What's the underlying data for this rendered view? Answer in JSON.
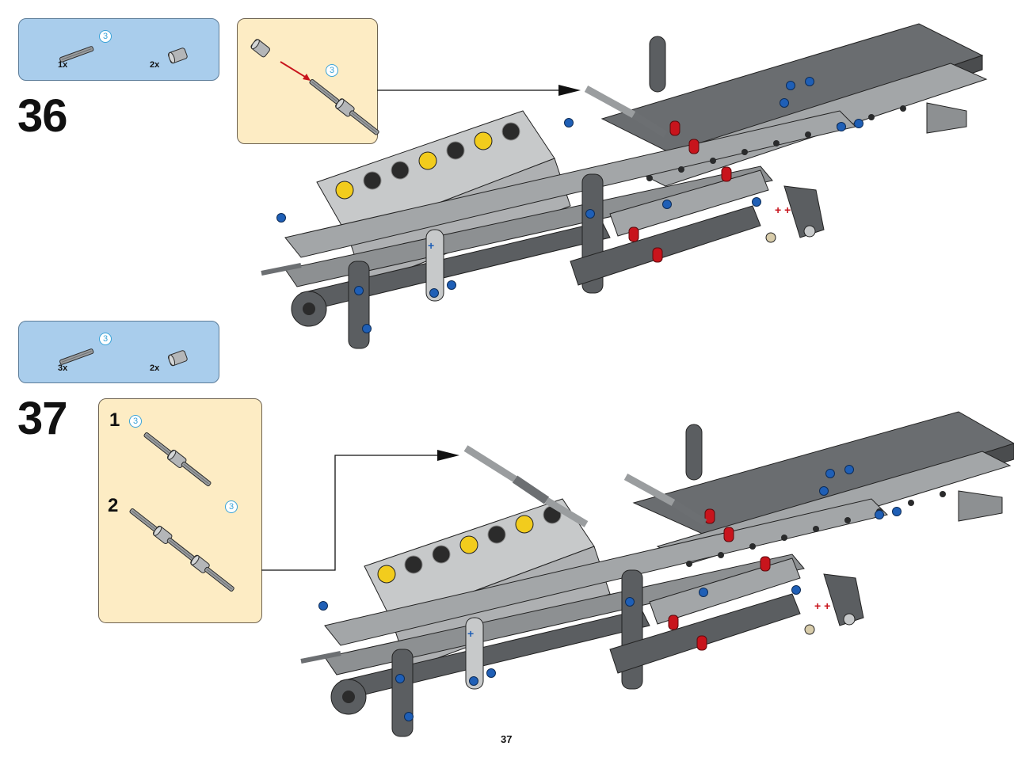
{
  "steps": [
    {
      "number": "36",
      "parts": [
        {
          "qty": "1x",
          "part": "axle",
          "length": "3"
        },
        {
          "qty": "2x",
          "part": "axle-connector"
        }
      ],
      "subassembly": {
        "badge": "3"
      }
    },
    {
      "number": "37",
      "parts": [
        {
          "qty": "3x",
          "part": "axle",
          "length": "3"
        },
        {
          "qty": "2x",
          "part": "axle-connector"
        }
      ],
      "subassembly": {
        "substeps": [
          {
            "label": "1",
            "badge": "3"
          },
          {
            "label": "2"
          }
        ],
        "extra_badge": "3"
      }
    }
  ],
  "page_number": "37",
  "colors": {
    "parts_box": "#a9cdec",
    "subassembly_box": "#fdecc4",
    "dark_gray": "#5b5e61",
    "light_gray": "#a3a6a8",
    "blue_pin": "#1f5fb6",
    "red_pin": "#c8141c",
    "yellow": "#f2cc1d"
  }
}
